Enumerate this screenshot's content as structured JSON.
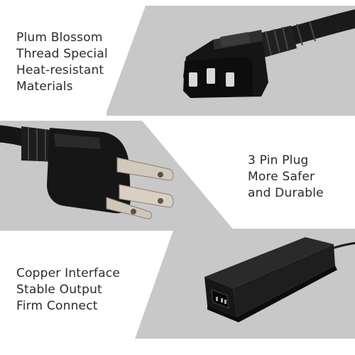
{
  "panels": [
    {
      "lines": [
        "Plum Blossom",
        "Thread Special",
        "Heat-resistant",
        "Materials"
      ],
      "photo_icon": "iec-c13-connector-icon",
      "background_color": "#c7c7c7"
    },
    {
      "lines": [
        "3 Pin Plug",
        "More Safer",
        "and Durable"
      ],
      "photo_icon": "nema-5-15p-plug-icon",
      "background_color": "#c7c7c7"
    },
    {
      "lines": [
        "Copper Interface",
        "Stable Output",
        "Firm Connect"
      ],
      "photo_icon": "power-adapter-brick-icon",
      "background_color": "#c7c7c7"
    }
  ]
}
